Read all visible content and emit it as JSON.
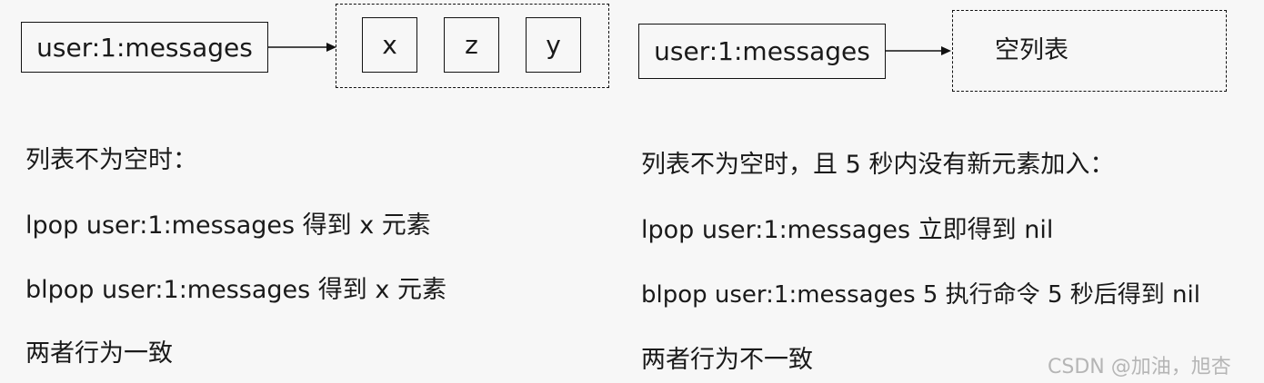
{
  "left_diagram": {
    "key_label": "user:1:messages",
    "elements": [
      "x",
      "z",
      "y"
    ]
  },
  "right_diagram": {
    "key_label": "user:1:messages",
    "empty_label": "空列表"
  },
  "left_text": {
    "heading": "列表不为空时：",
    "line1": "lpop user:1:messages 得到 x 元素",
    "line2": "blpop user:1:messages 得到 x 元素",
    "conclusion": "两者行为一致"
  },
  "right_text": {
    "heading": "列表不为空时，且 5 秒内没有新元素加入：",
    "line1": "lpop user:1:messages 立即得到 nil",
    "line2": "blpop user:1:messages 5 执行命令 5 秒后得到 nil",
    "conclusion": "两者行为不一致"
  },
  "watermark": "CSDN @加油，旭杏"
}
